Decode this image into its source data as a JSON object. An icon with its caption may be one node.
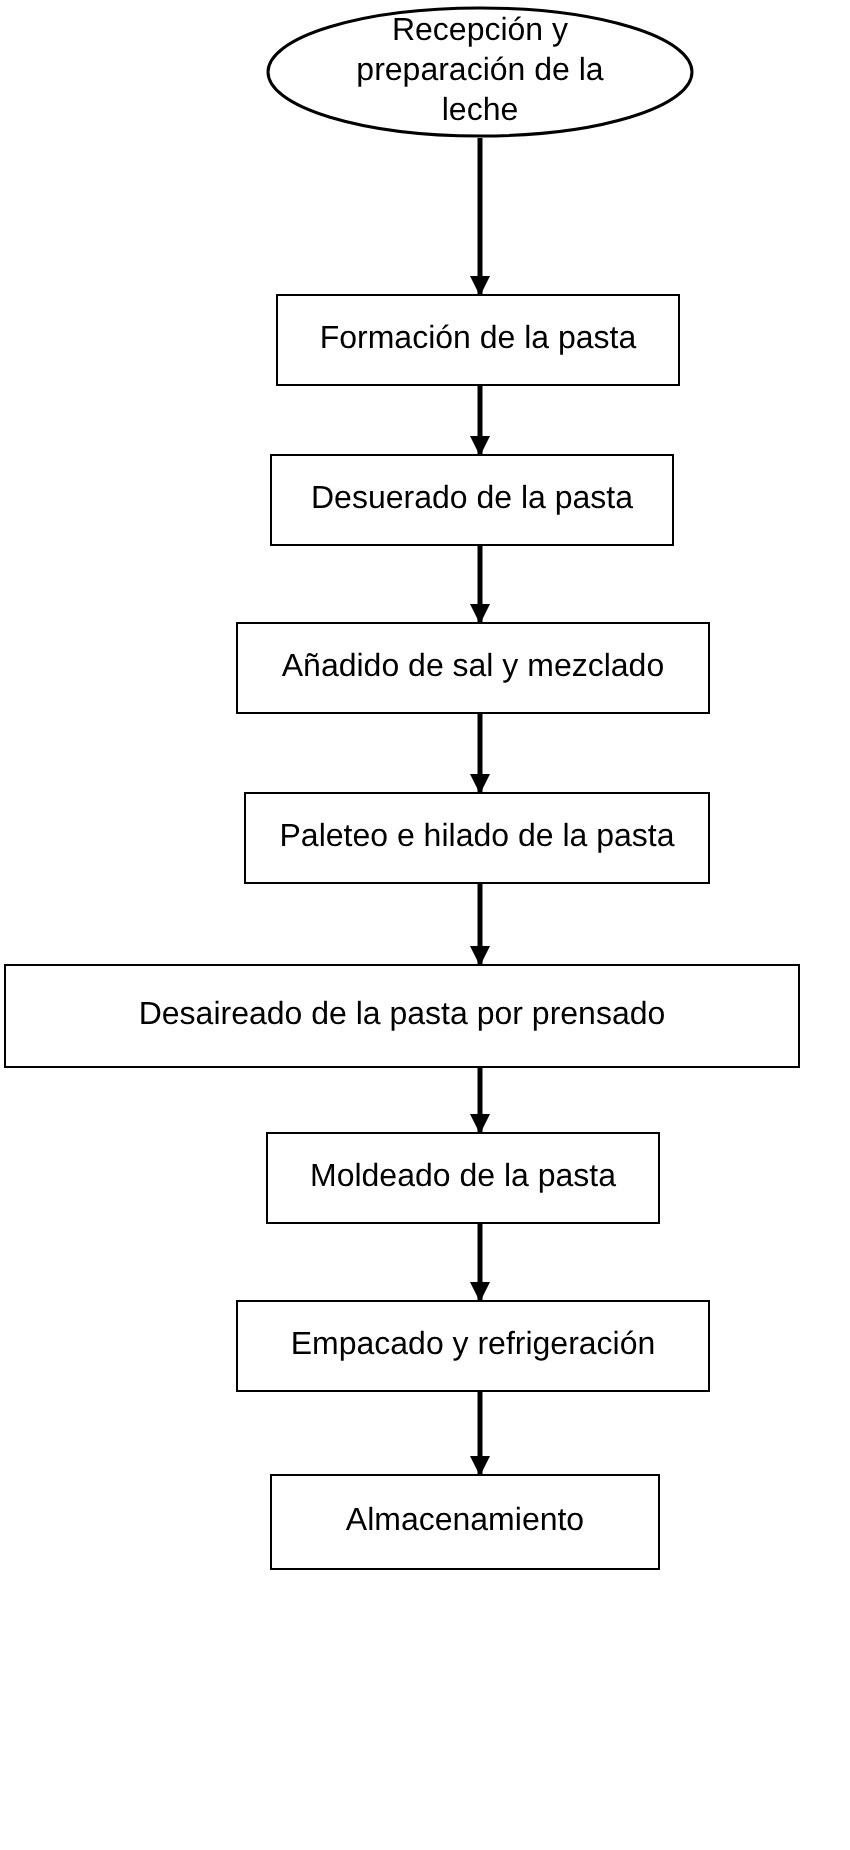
{
  "diagram": {
    "nodes": [
      {
        "text": [
          "Recepción y preparación de la leche"
        ]
      },
      {
        "text": [
          "Formación de la pasta"
        ]
      },
      {
        "text": [
          "Desuerado de la pasta"
        ]
      },
      {
        "text": [
          "Añadido de sal y mezclado"
        ]
      },
      {
        "text": [
          "Paleteo e hilado de la pasta"
        ]
      },
      {
        "text": [
          "Desaireado de la pasta por prensado"
        ]
      },
      {
        "text": [
          "Moldeado de la pasta"
        ]
      },
      {
        "text": [
          "Empacado y refrigeración"
        ]
      },
      {
        "text": [
          "Almacenamiento"
        ]
      }
    ],
    "edges": [
      {
        "from": 0,
        "to": 1,
        "arrow": "to"
      },
      {
        "from": 1,
        "to": 2,
        "arrow": "to"
      },
      {
        "from": 2,
        "to": 3,
        "arrow": "to"
      },
      {
        "from": 3,
        "to": 4,
        "arrow": "to"
      },
      {
        "from": 4,
        "to": 5,
        "arrow": "to"
      },
      {
        "from": 5,
        "to": 6,
        "arrow": "to"
      },
      {
        "from": 6,
        "to": 7,
        "arrow": "to"
      },
      {
        "from": 7,
        "to": 8,
        "arrow": "to"
      }
    ]
  }
}
